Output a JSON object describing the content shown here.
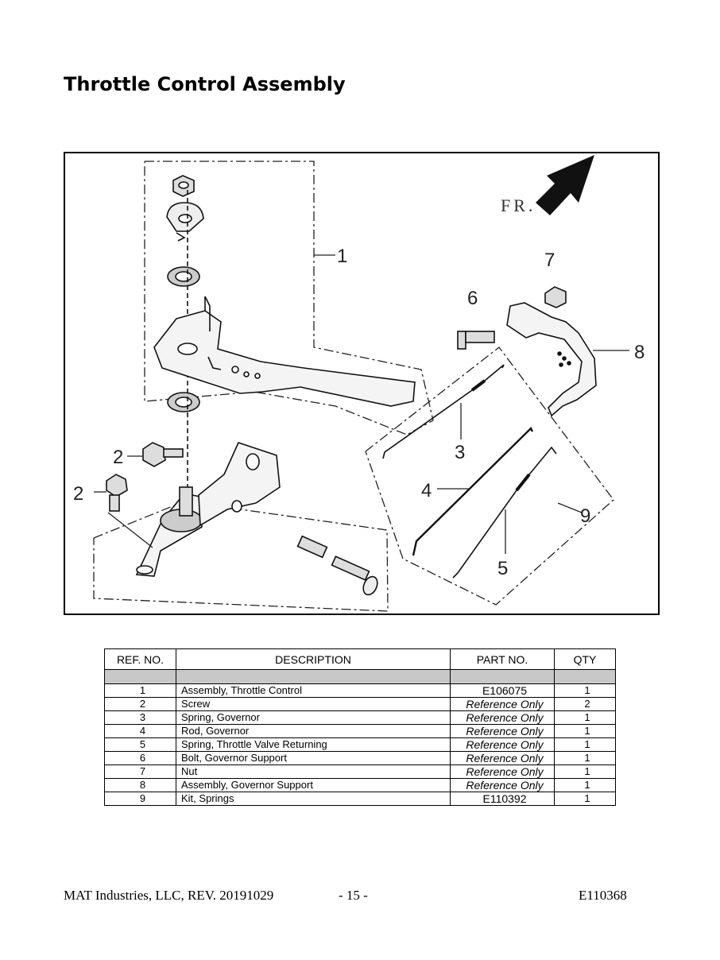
{
  "page": {
    "title": "Throttle Control Assembly"
  },
  "diagram": {
    "direction_label": "FR.",
    "callouts": [
      "1",
      "2",
      "2",
      "3",
      "4",
      "5",
      "6",
      "7",
      "8",
      "9"
    ]
  },
  "table": {
    "headers": {
      "ref": "REF. NO.",
      "desc": "DESCRIPTION",
      "part": "PART NO.",
      "qty": "QTY"
    },
    "rows": [
      {
        "ref": "1",
        "desc": "Assembly, Throttle Control",
        "part": "E106075",
        "qty": "1"
      },
      {
        "ref": "2",
        "desc": "Screw",
        "part": "Reference Only",
        "qty": "2"
      },
      {
        "ref": "3",
        "desc": "Spring, Governor",
        "part": "Reference Only",
        "qty": "1"
      },
      {
        "ref": "4",
        "desc": "Rod, Governor",
        "part": "Reference Only",
        "qty": "1"
      },
      {
        "ref": "5",
        "desc": "Spring, Throttle Valve Returning",
        "part": "Reference Only",
        "qty": "1"
      },
      {
        "ref": "6",
        "desc": "Bolt, Governor Support",
        "part": "Reference Only",
        "qty": "1"
      },
      {
        "ref": "7",
        "desc": "Nut",
        "part": "Reference Only",
        "qty": "1"
      },
      {
        "ref": "8",
        "desc": "Assembly, Governor Support",
        "part": "Reference Only",
        "qty": "1"
      },
      {
        "ref": "9",
        "desc": "Kit, Springs",
        "part": "E110392",
        "qty": "1"
      }
    ]
  },
  "footer": {
    "left": "MAT Industries, LLC, REV. 20191029",
    "center": "- 15 -",
    "right": "E110368"
  }
}
